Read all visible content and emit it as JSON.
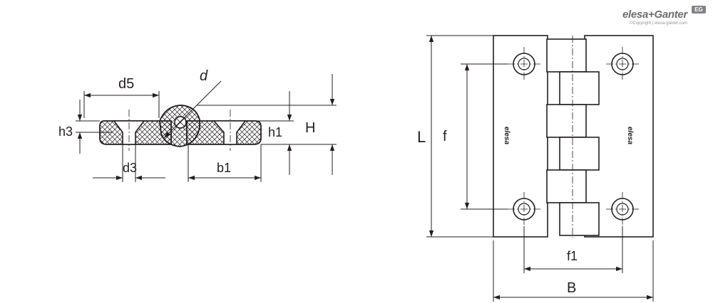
{
  "brand": {
    "name": "elesa+Ganter",
    "badge": "EG",
    "copyright": "©Copyright | elesa-ganter.com"
  },
  "side_view": {
    "labels": {
      "d5": "d5",
      "d": "d",
      "h3": "h3",
      "h1": "h1",
      "H": "H",
      "d3": "d3",
      "b1": "b1"
    }
  },
  "front_view": {
    "labels": {
      "L": "L",
      "f": "f",
      "f1": "f1",
      "B": "B"
    },
    "leaf_marking": "elesa"
  }
}
